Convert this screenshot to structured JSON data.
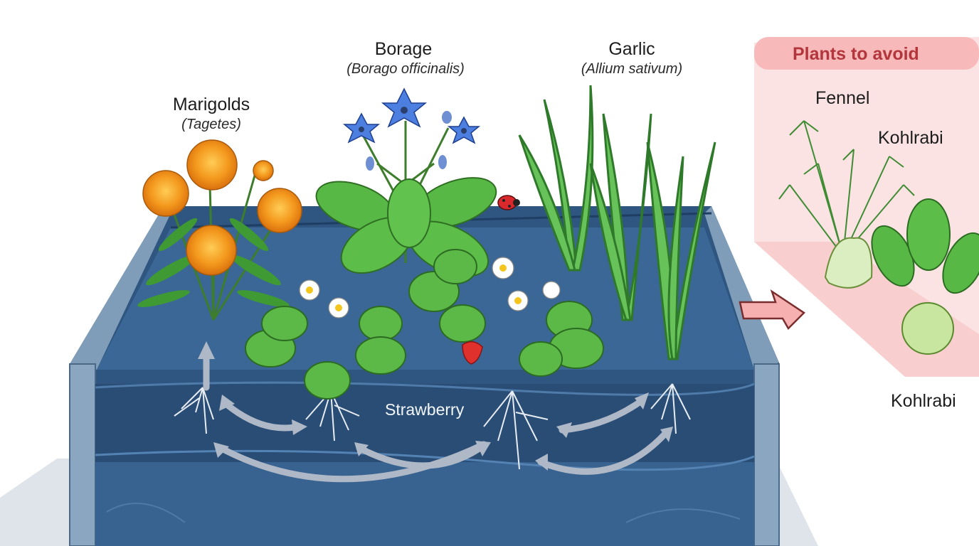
{
  "plants": {
    "marigolds": {
      "name": "Marigolds",
      "latin": "(Tagetes)"
    },
    "borage": {
      "name": "Borage",
      "latin": "(Borago officinalis)"
    },
    "garlic": {
      "name": "Garlic",
      "latin": "(Allium sativum)"
    },
    "strawberry": {
      "name": "Strawberry"
    }
  },
  "avoid_panel": {
    "title": "Plants to avoid",
    "fennel": "Fennel",
    "kohlrabi_top": "Kohlrabi",
    "kohlrabi_bottom": "Kohlrabi"
  },
  "colors": {
    "bed_dark": "#2f5680",
    "bed_mid": "#3d6a99",
    "avoid_panel": "#fbe3e3",
    "avoid_title": "#b2363c",
    "leaf_green": "#4caf3d",
    "marigold_orange": "#f29a1c",
    "borage_blue": "#4d7fe0"
  }
}
